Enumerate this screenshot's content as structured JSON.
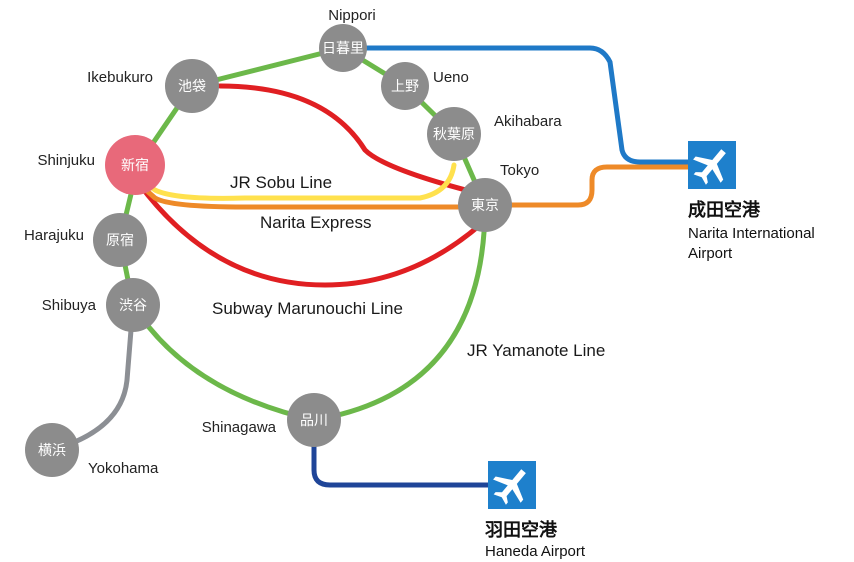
{
  "colors": {
    "yamanote": "#6cb84a",
    "sobu": "#ffe14d",
    "narita_express": "#ee8a28",
    "marunouchi": "#e01f22",
    "skyliner": "#1f79c7",
    "keikyu": "#1f4598",
    "yokohama": "#8c8f94",
    "station": "#8c8c8c",
    "shinjuku": "#e8697a",
    "airport_icon": "#1e80cc"
  },
  "stations": {
    "nippori": {
      "jp": "日暮里",
      "en": "Nippori"
    },
    "ikebukuro": {
      "jp": "池袋",
      "en": "Ikebukuro"
    },
    "ueno": {
      "jp": "上野",
      "en": "Ueno"
    },
    "akihabara": {
      "jp": "秋葉原",
      "en": "Akihabara"
    },
    "shinjuku": {
      "jp": "新宿",
      "en": "Shinjuku"
    },
    "tokyo": {
      "jp": "東京",
      "en": "Tokyo"
    },
    "harajuku": {
      "jp": "原宿",
      "en": "Harajuku"
    },
    "shibuya": {
      "jp": "渋谷",
      "en": "Shibuya"
    },
    "shinagawa": {
      "jp": "品川",
      "en": "Shinagawa"
    },
    "yokohama": {
      "jp": "横浜",
      "en": "Yokohama"
    }
  },
  "lines": {
    "sobu": "JR Sobu Line",
    "narita_express": "Narita Express",
    "marunouchi": "Subway Marunouchi Line",
    "yamanote": "JR Yamanote Line"
  },
  "airports": {
    "narita": {
      "jp": "成田空港",
      "en_line1": "Narita International",
      "en_line2": "Airport",
      "icon": "airplane-icon"
    },
    "haneda": {
      "jp": "羽田空港",
      "en_line1": "Haneda Airport",
      "icon": "airplane-icon"
    }
  }
}
